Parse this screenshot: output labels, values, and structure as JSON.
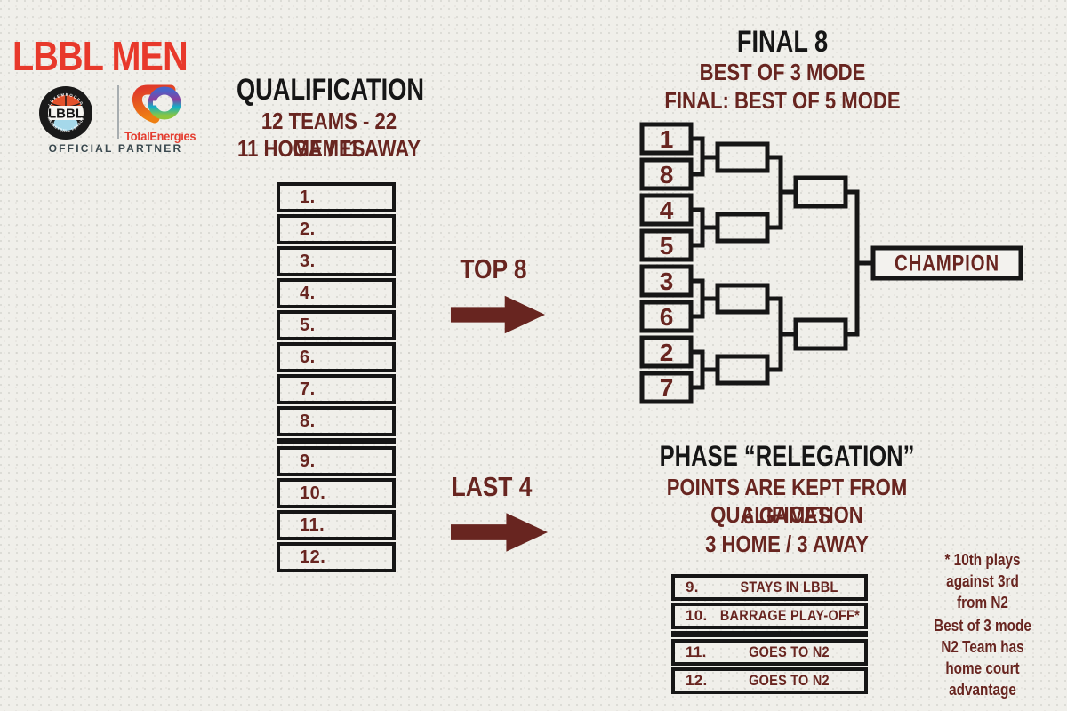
{
  "header": {
    "title": "LBBL MEN",
    "lbbl_logo": {
      "monogram": "LBBL",
      "top_arc": "LUXEMBOURG",
      "bottom_arc": "BASKETBALL LEAGUE"
    },
    "partner_logo": {
      "wordmark": "TotalEnergies"
    },
    "partner_caption": "OFFICIAL PARTNER"
  },
  "qualification": {
    "title": "QUALIFICATION",
    "subtitle1": "12 TEAMS - 22 GAMES",
    "subtitle2": "11 HOME / 11 AWAY",
    "rows": [
      "1.",
      "2.",
      "3.",
      "4.",
      "5.",
      "6.",
      "7.",
      "8.",
      "9.",
      "10.",
      "11.",
      "12."
    ],
    "cutoff_after_row": 8
  },
  "flow": {
    "top8_label": "TOP 8",
    "last4_label": "LAST 4"
  },
  "final8": {
    "title": "FINAL 8",
    "subtitle1": "BEST OF 3 MODE",
    "subtitle2": "FINAL: BEST OF 5 MODE"
  },
  "bracket": {
    "seeds": [
      "1",
      "8",
      "4",
      "5",
      "3",
      "6",
      "2",
      "7"
    ],
    "champion_label": "CHAMPION"
  },
  "relegation": {
    "title": "PHASE “RELEGATION”",
    "subtitle1": "POINTS ARE KEPT FROM QUALIFICATION",
    "subtitle2": "6 GAMES",
    "subtitle3": "3 HOME / 3 AWAY",
    "table": {
      "rows": [
        {
          "rank": "9.",
          "label": "STAYS IN LBBL"
        },
        {
          "rank": "10.",
          "label": "BARRAGE PLAY-OFF*"
        },
        {
          "rank": "11.",
          "label": "GOES TO N2"
        },
        {
          "rank": "12.",
          "label": "GOES TO N2"
        }
      ],
      "cutoff_after_row": 2
    }
  },
  "footnotes": {
    "note1": [
      "* 10th plays",
      "against 3rd",
      "from N2"
    ],
    "note2": [
      "Best of 3 mode",
      "N2 Team has",
      "home court",
      "advantage"
    ]
  },
  "colors": {
    "accent_red": "#e8392b",
    "maroon": "#682520",
    "ink": "#161616",
    "background": "#f0efea"
  }
}
